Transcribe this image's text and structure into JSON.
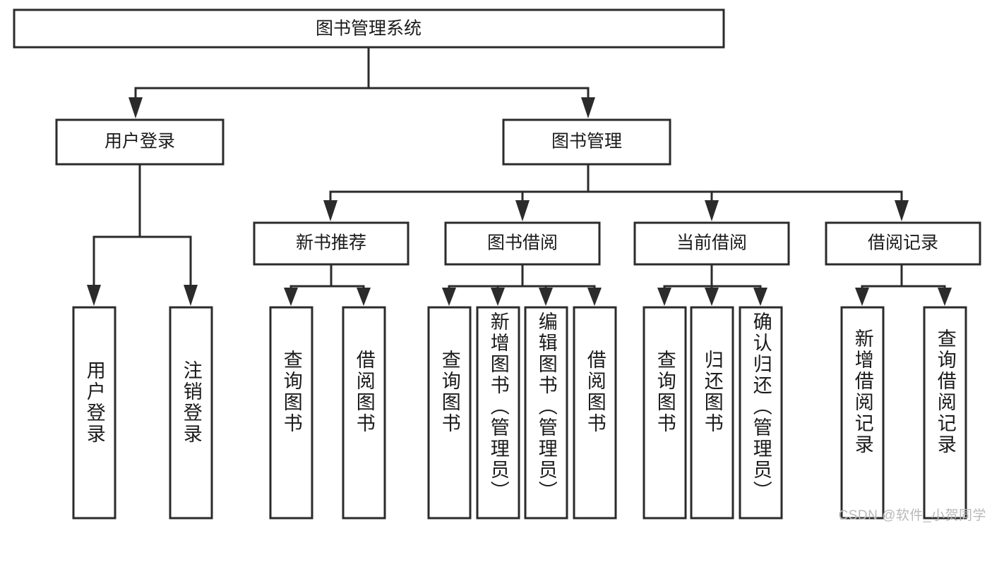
{
  "diagram": {
    "type": "hierarchy-tree",
    "title": "图书管理系统",
    "root": {
      "label": "图书管理系统",
      "level": 1
    },
    "level2": [
      {
        "label": "用户登录"
      },
      {
        "label": "图书管理"
      }
    ],
    "level3": [
      {
        "label": "新书推荐"
      },
      {
        "label": "图书借阅"
      },
      {
        "label": "当前借阅"
      },
      {
        "label": "借阅记录"
      }
    ],
    "leaves": {
      "user_login": [
        {
          "label": "用户登录"
        },
        {
          "label": "注销登录"
        }
      ],
      "new_book_recommend": [
        {
          "label": "查询图书"
        },
        {
          "label": "借阅图书"
        }
      ],
      "book_borrow": [
        {
          "label": "查询图书"
        },
        {
          "label": "新增图书（管理员）"
        },
        {
          "label": "编辑图书（管理员）"
        },
        {
          "label": "借阅图书"
        }
      ],
      "current_borrow": [
        {
          "label": "查询图书"
        },
        {
          "label": "归还图书"
        },
        {
          "label": "确认归还（管理员）"
        }
      ],
      "borrow_record": [
        {
          "label": "新增借阅记录"
        },
        {
          "label": "查询借阅记录"
        }
      ]
    }
  },
  "watermark": {
    "text": "CSDN @软件_小贺同学"
  },
  "colors": {
    "stroke": "#2b2b2b",
    "fill": "#ffffff",
    "text": "#1a1a1a",
    "watermark": "#b9b9b9"
  }
}
